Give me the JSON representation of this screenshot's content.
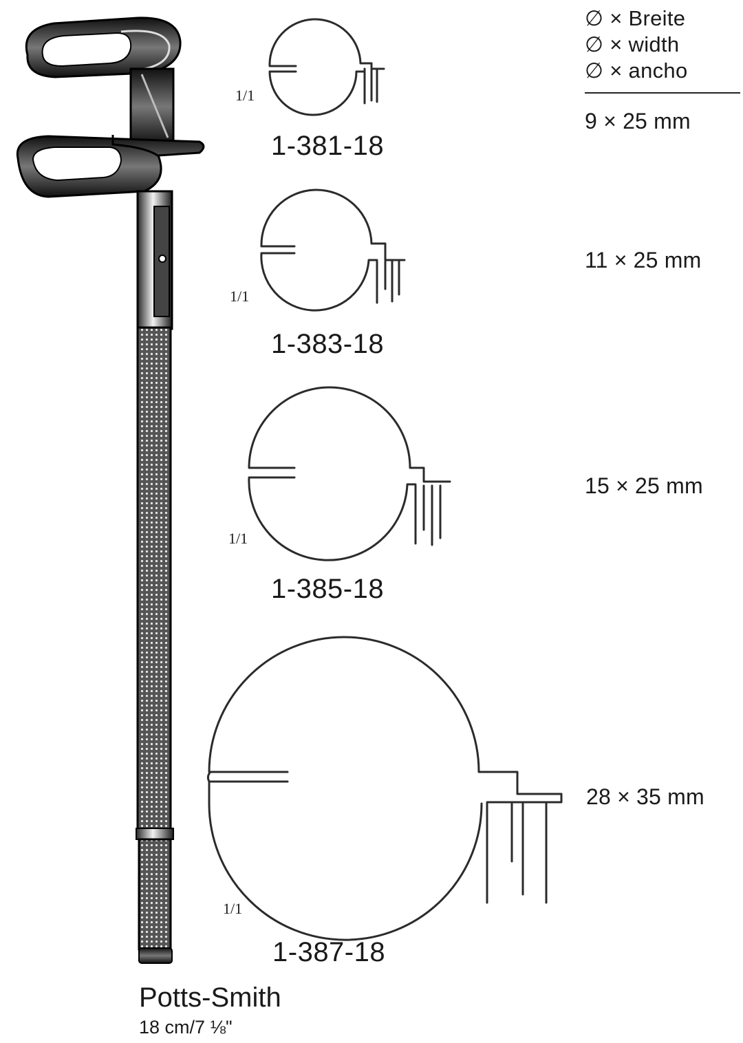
{
  "legend": {
    "lines": [
      "∅ × Breite",
      "∅ × width",
      "∅ × ancho"
    ]
  },
  "items": [
    {
      "code": "1-381-18",
      "size": "9 × 25 mm",
      "scale": "1/1"
    },
    {
      "code": "1-383-18",
      "size": "11 × 25 mm",
      "scale": "1/1"
    },
    {
      "code": "1-385-18",
      "size": "15 × 25 mm",
      "scale": "1/1"
    },
    {
      "code": "1-387-18",
      "size": "28 × 35 mm",
      "scale": "1/1"
    }
  ],
  "product": {
    "name": "Potts-Smith",
    "length": "18 cm/7 ⅛\""
  }
}
